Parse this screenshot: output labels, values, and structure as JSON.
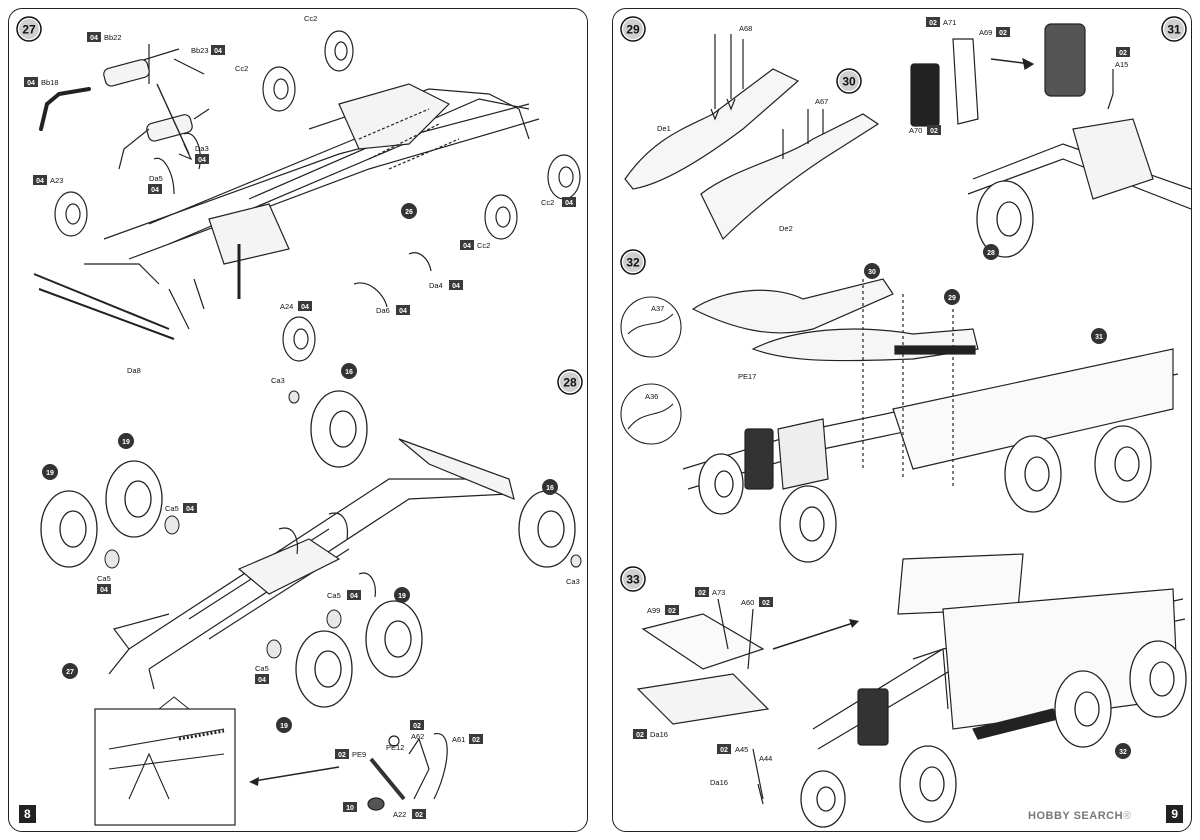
{
  "left_page": {
    "page_number": "8",
    "step_27": {
      "number": "27",
      "labels": [
        {
          "code": "04",
          "part": "Bb22"
        },
        {
          "code": "04",
          "part": "Bb23"
        },
        {
          "code": "04",
          "part": "Bb18"
        },
        {
          "code": "04",
          "part": "A23"
        },
        {
          "code": "04",
          "part": "Da3"
        },
        {
          "code": "04",
          "part": "Da5"
        },
        {
          "code": "04",
          "part": "Da4"
        },
        {
          "code": "04",
          "part": "Da6"
        },
        {
          "code": "04",
          "part": "A24"
        },
        {
          "code": "04",
          "part": "Cc2"
        },
        {
          "code": "04",
          "part": "Cc2"
        }
      ],
      "plain_labels": [
        "Cc2",
        "Cc2",
        "Da8"
      ],
      "ref": "26"
    },
    "step_28": {
      "number": "28",
      "plain_labels": [
        "Ca3",
        "Ca3"
      ],
      "code_labels": [
        {
          "code": "04",
          "part": "Ca5"
        },
        {
          "code": "04",
          "part": "Ca5"
        },
        {
          "code": "04",
          "part": "Ca5"
        },
        {
          "code": "04",
          "part": "Ca5"
        },
        {
          "code": "02",
          "part": "PE9"
        },
        {
          "code": "02",
          "part": "A61"
        },
        {
          "code": "02",
          "part": "A62"
        },
        {
          "code": "02",
          "part": "A22"
        },
        {
          "code": "10",
          "part": ""
        }
      ],
      "pe12": "PE12",
      "refs": [
        "16",
        "16",
        "19",
        "19",
        "19",
        "19",
        "27"
      ]
    }
  },
  "right_page": {
    "page_number": "9",
    "step_29": {
      "number": "29",
      "labels": [
        "A68",
        "De1"
      ]
    },
    "step_30": {
      "number": "30",
      "labels": [
        "A67",
        "De2"
      ]
    },
    "step_31": {
      "number": "31",
      "code_labels": [
        {
          "code": "02",
          "part": "A71"
        },
        {
          "code": "02",
          "part": "A69"
        },
        {
          "code": "02",
          "part": "A70"
        },
        {
          "code": "02",
          "part": "A15"
        }
      ],
      "ref": "28"
    },
    "step_32": {
      "number": "32",
      "labels": [
        "A37",
        "A36",
        "PE17"
      ],
      "refs": [
        "30",
        "29",
        "31"
      ]
    },
    "step_33": {
      "number": "33",
      "code_labels": [
        {
          "code": "02",
          "part": "A99"
        },
        {
          "code": "02",
          "part": "A73"
        },
        {
          "code": "02",
          "part": "A60"
        },
        {
          "code": "02",
          "part": "Da16"
        },
        {
          "code": "02",
          "part": "A45"
        }
      ],
      "plain_labels": [
        "A44",
        "Da16"
      ],
      "ref": "32"
    }
  },
  "watermark": {
    "text": "HOBBY SEARCH",
    "mark": "®"
  },
  "colors": {
    "ink": "#111111",
    "code_box": "#3a3a3a",
    "page_bg": "#ffffff",
    "ref_circle": "#333333"
  }
}
